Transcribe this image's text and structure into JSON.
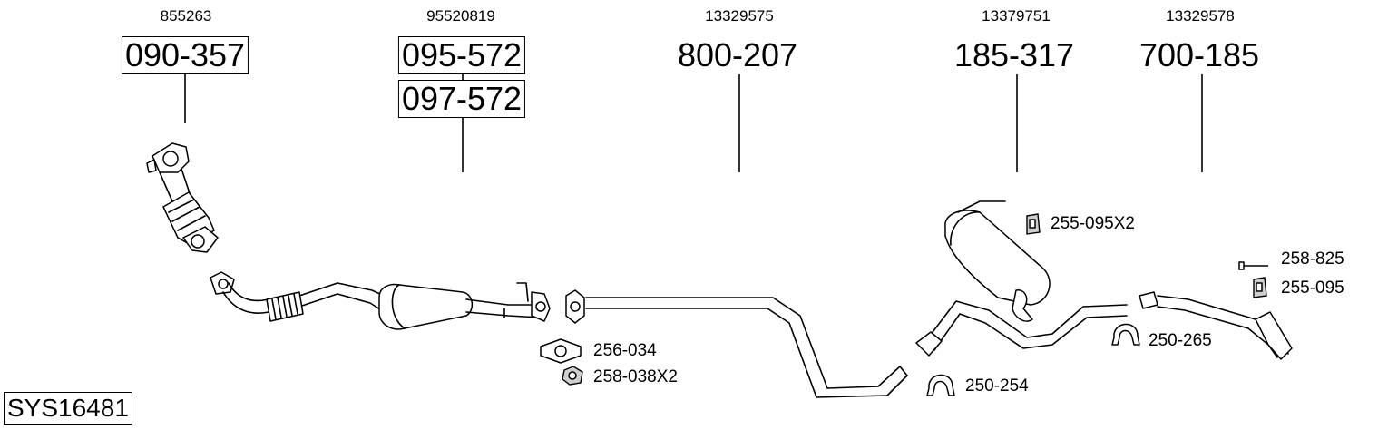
{
  "diagram": {
    "system_id": "SYS16481",
    "parts": [
      {
        "oem": "855263",
        "numbers": [
          "090-357"
        ]
      },
      {
        "oem": "95520819",
        "numbers": [
          "095-572",
          "097-572"
        ]
      },
      {
        "oem": "13329575",
        "numbers": [
          "800-207"
        ]
      },
      {
        "oem": "13379751",
        "numbers": [
          "185-317"
        ]
      },
      {
        "oem": "13329578",
        "numbers": [
          "700-185"
        ]
      }
    ],
    "accessories": [
      {
        "label": "256-034"
      },
      {
        "label": "258-038X2"
      },
      {
        "label": "250-254"
      },
      {
        "label": "255-095X2"
      },
      {
        "label": "258-825"
      },
      {
        "label": "255-095"
      },
      {
        "label": "250-265"
      }
    ]
  }
}
